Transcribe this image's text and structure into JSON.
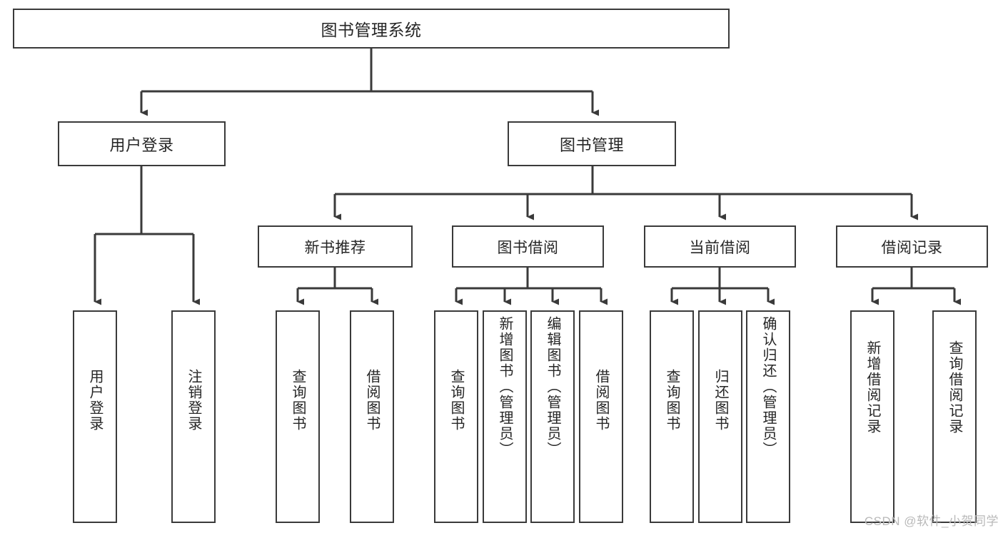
{
  "diagram": {
    "title": "图书管理系统",
    "type": "hierarchy-tree",
    "watermark": "CSDN @软件_小贺同学",
    "colors": {
      "box_border": "#3a3a3a",
      "box_fill": "#ffffff",
      "connector": "#3a3a3a",
      "text": "#262626",
      "watermark": "#b9b9b9"
    },
    "nodes": {
      "root": {
        "label": "图书管理系统"
      },
      "level1": [
        {
          "label": "用户登录"
        },
        {
          "label": "图书管理"
        }
      ],
      "level2": [
        {
          "label": "新书推荐"
        },
        {
          "label": "图书借阅"
        },
        {
          "label": "当前借阅"
        },
        {
          "label": "借阅记录"
        }
      ],
      "leaves_user_login": [
        {
          "label": "用户登录"
        },
        {
          "label": "注销登录"
        }
      ],
      "leaves_new_book": [
        {
          "label": "查询图书"
        },
        {
          "label": "借阅图书"
        }
      ],
      "leaves_borrow": [
        {
          "label": "查询图书"
        },
        {
          "label": "新增图书（管理员）"
        },
        {
          "label": "编辑图书（管理员）"
        },
        {
          "label": "借阅图书"
        }
      ],
      "leaves_current": [
        {
          "label": "查询图书"
        },
        {
          "label": "归还图书"
        },
        {
          "label": "确认归还（管理员）"
        }
      ],
      "leaves_records": [
        {
          "label": "新增借阅记录"
        },
        {
          "label": "查询借阅记录"
        }
      ]
    }
  }
}
